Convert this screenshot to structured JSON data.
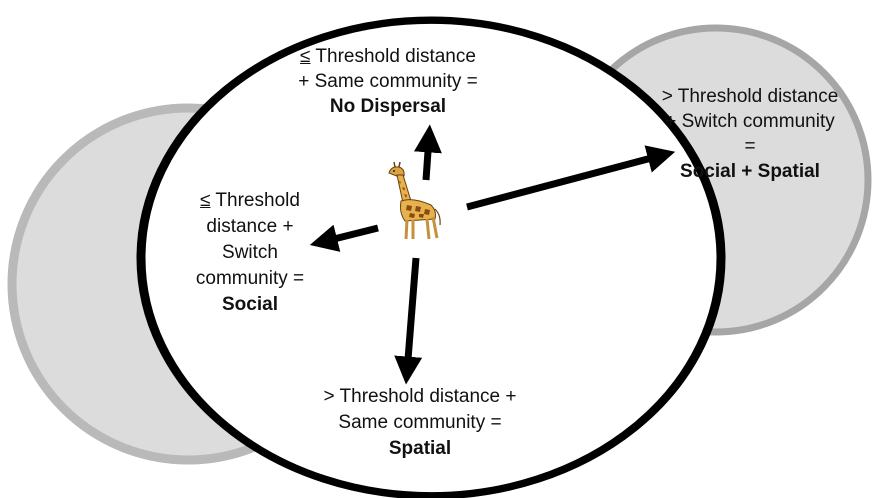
{
  "colors": {
    "left_circle_fill": "#dcdcdc",
    "left_circle_stroke": "#b9b9b9",
    "right_circle_fill": "#dcdcdc",
    "right_circle_stroke": "#a6a6a6",
    "center_circle_stroke": "#000000",
    "arrow": "#000000"
  },
  "icon": "giraffe-icon",
  "labels": {
    "top": {
      "symbol": "≤",
      "line1_rest": " Threshold distance",
      "line2": "+ Same community =",
      "outcome": "No Dispersal"
    },
    "left": {
      "symbol": "≤",
      "line1_rest": " Threshold",
      "line2": "distance +",
      "line3": "Switch",
      "line4": "community =",
      "outcome": "Social"
    },
    "right": {
      "line1": "> Threshold distance",
      "line2": "+ Switch community",
      "line3": "=",
      "outcome": "Social + Spatial"
    },
    "bottom": {
      "line1": "> Threshold distance +",
      "line2": "Same community =",
      "outcome": "Spatial"
    }
  }
}
